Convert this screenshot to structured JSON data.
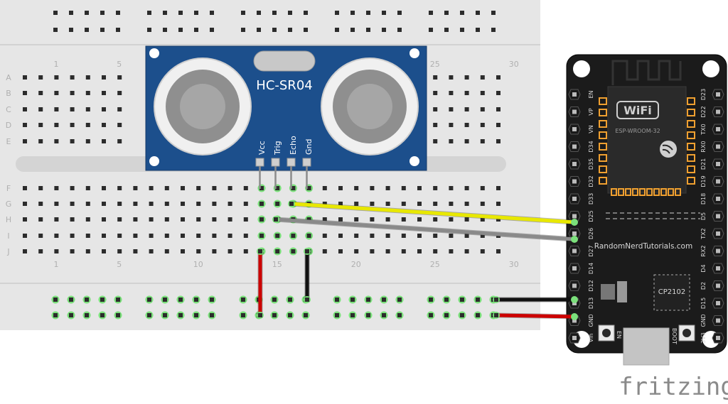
{
  "breadboard": {
    "row_labels": [
      "A",
      "B",
      "C",
      "D",
      "E",
      "F",
      "G",
      "H",
      "I",
      "J"
    ],
    "column_numbers": [
      "1",
      "5",
      "10",
      "15",
      "20",
      "25",
      "30"
    ]
  },
  "sensor": {
    "model": "HC-SR04",
    "pins": [
      "Vcc",
      "Trig",
      "Echo",
      "Gnd"
    ]
  },
  "esp32": {
    "wifi_label": "WiFi",
    "module_label": "ESP-WROOM-32",
    "website": "RandomNerdTutorials.com",
    "chip_label": "CP2102",
    "button_en": "EN",
    "button_boot": "BOOT",
    "left_pins": [
      "EN",
      "VP",
      "VN",
      "D34",
      "D35",
      "D32",
      "D33",
      "D25",
      "D26",
      "D27",
      "D14",
      "D12",
      "D13",
      "GND",
      "Vin"
    ],
    "right_pins": [
      "D23",
      "D22",
      "TX0",
      "RX0",
      "D21",
      "D19",
      "D18",
      "D5",
      "TX2",
      "RX2",
      "D4",
      "D2",
      "D15",
      "GND",
      "3V3"
    ]
  },
  "wires": {
    "yellow": "#e8e800",
    "gray": "#8a8a8a",
    "red": "#cc0000",
    "black": "#111111"
  },
  "brand": "fritzing"
}
